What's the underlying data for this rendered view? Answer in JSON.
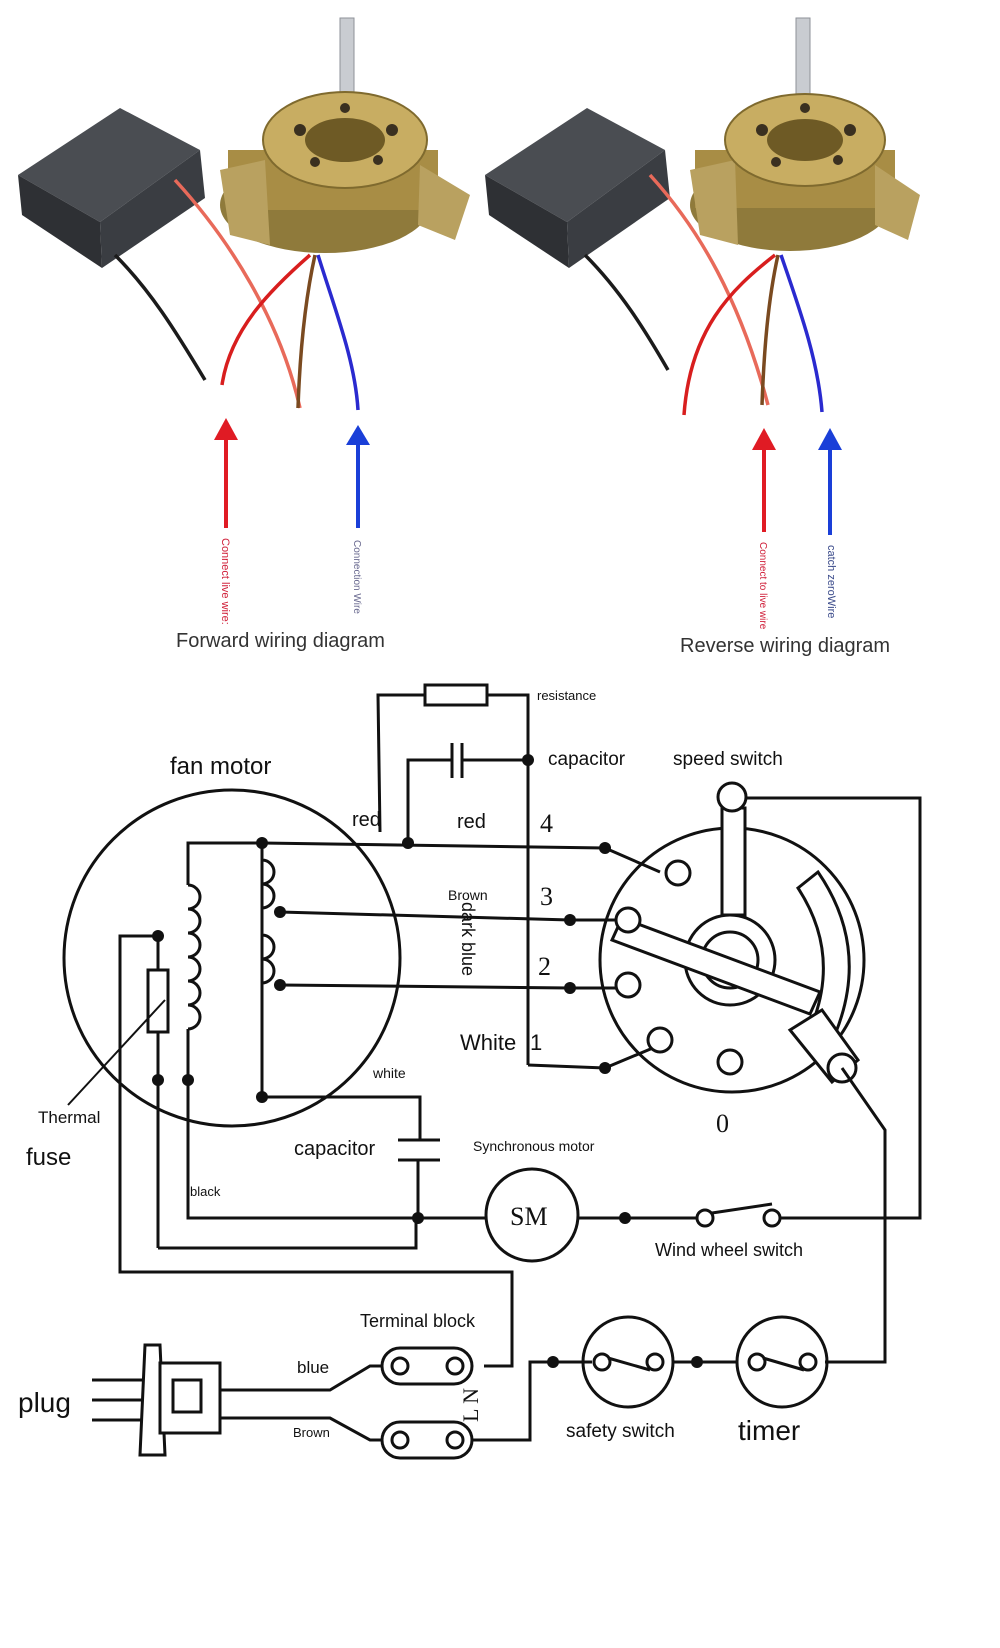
{
  "photos": {
    "forward": {
      "caption": "Forward wiring diagram",
      "live_label": "Connect live wire:",
      "neutral_label": "Connection Wire"
    },
    "reverse": {
      "caption": "Reverse wiring diagram",
      "live_label": "Connect to live wire",
      "neutral_label": "catch zeroWire"
    },
    "colors": {
      "live_arrow": "#e01b24",
      "neutral_arrow": "#1a3fd8",
      "capacitor_body": "#3a3d42",
      "motor_metal": "#b59a4e"
    }
  },
  "schematic": {
    "labels": {
      "resistance": "resistance",
      "capacitor_top": "capacitor",
      "speed_switch": "speed switch",
      "fan_motor": "fan motor",
      "red_left": "red",
      "red_right": "red",
      "brown": "Brown",
      "dark_blue": "dark blue",
      "white_1": "White",
      "white_small": "white",
      "thermal": "Thermal",
      "fuse": "fuse",
      "capacitor_bottom": "capacitor",
      "synchronous_motor": "Synchronous motor",
      "black": "black",
      "sm": "SM",
      "wind_wheel_switch": "Wind wheel switch",
      "terminal_block": "Terminal block",
      "blue": "blue",
      "brown_plug": "Brown",
      "plug": "plug",
      "ln": "L N",
      "safety_switch": "safety switch",
      "timer": "timer"
    },
    "speed_positions": [
      "4",
      "3",
      "2",
      "1",
      "0"
    ]
  }
}
